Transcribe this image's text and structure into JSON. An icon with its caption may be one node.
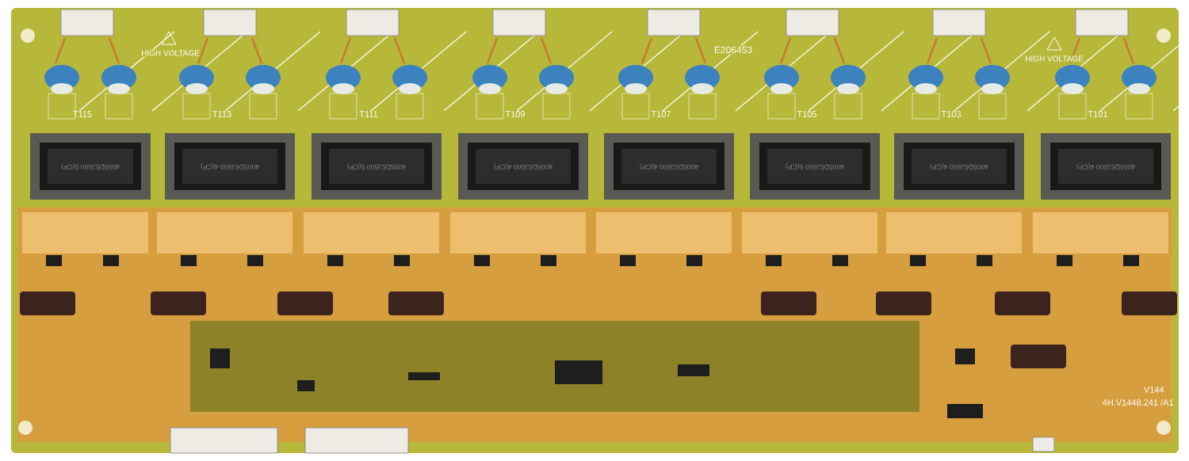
{
  "diagram": {
    "labels": [
      "HIGH VOLTAGE",
      "E206453",
      "HIGH VOLTAGE",
      "T115",
      "T113",
      "T111",
      "T109",
      "T107",
      "T105",
      "T103",
      "T101",
      "4005D53500 5(CP)",
      "4005D53500 4(CP)",
      "4005D53500 5(CP)",
      "4005D53500 4(CP)",
      "4005D53500 4(CP)",
      "4005D53500 5(CP)",
      "4005D53500 4(CP)",
      "4005D53500 4(CP)",
      "V144",
      "4H.V1448.241 /A1"
    ]
  }
}
